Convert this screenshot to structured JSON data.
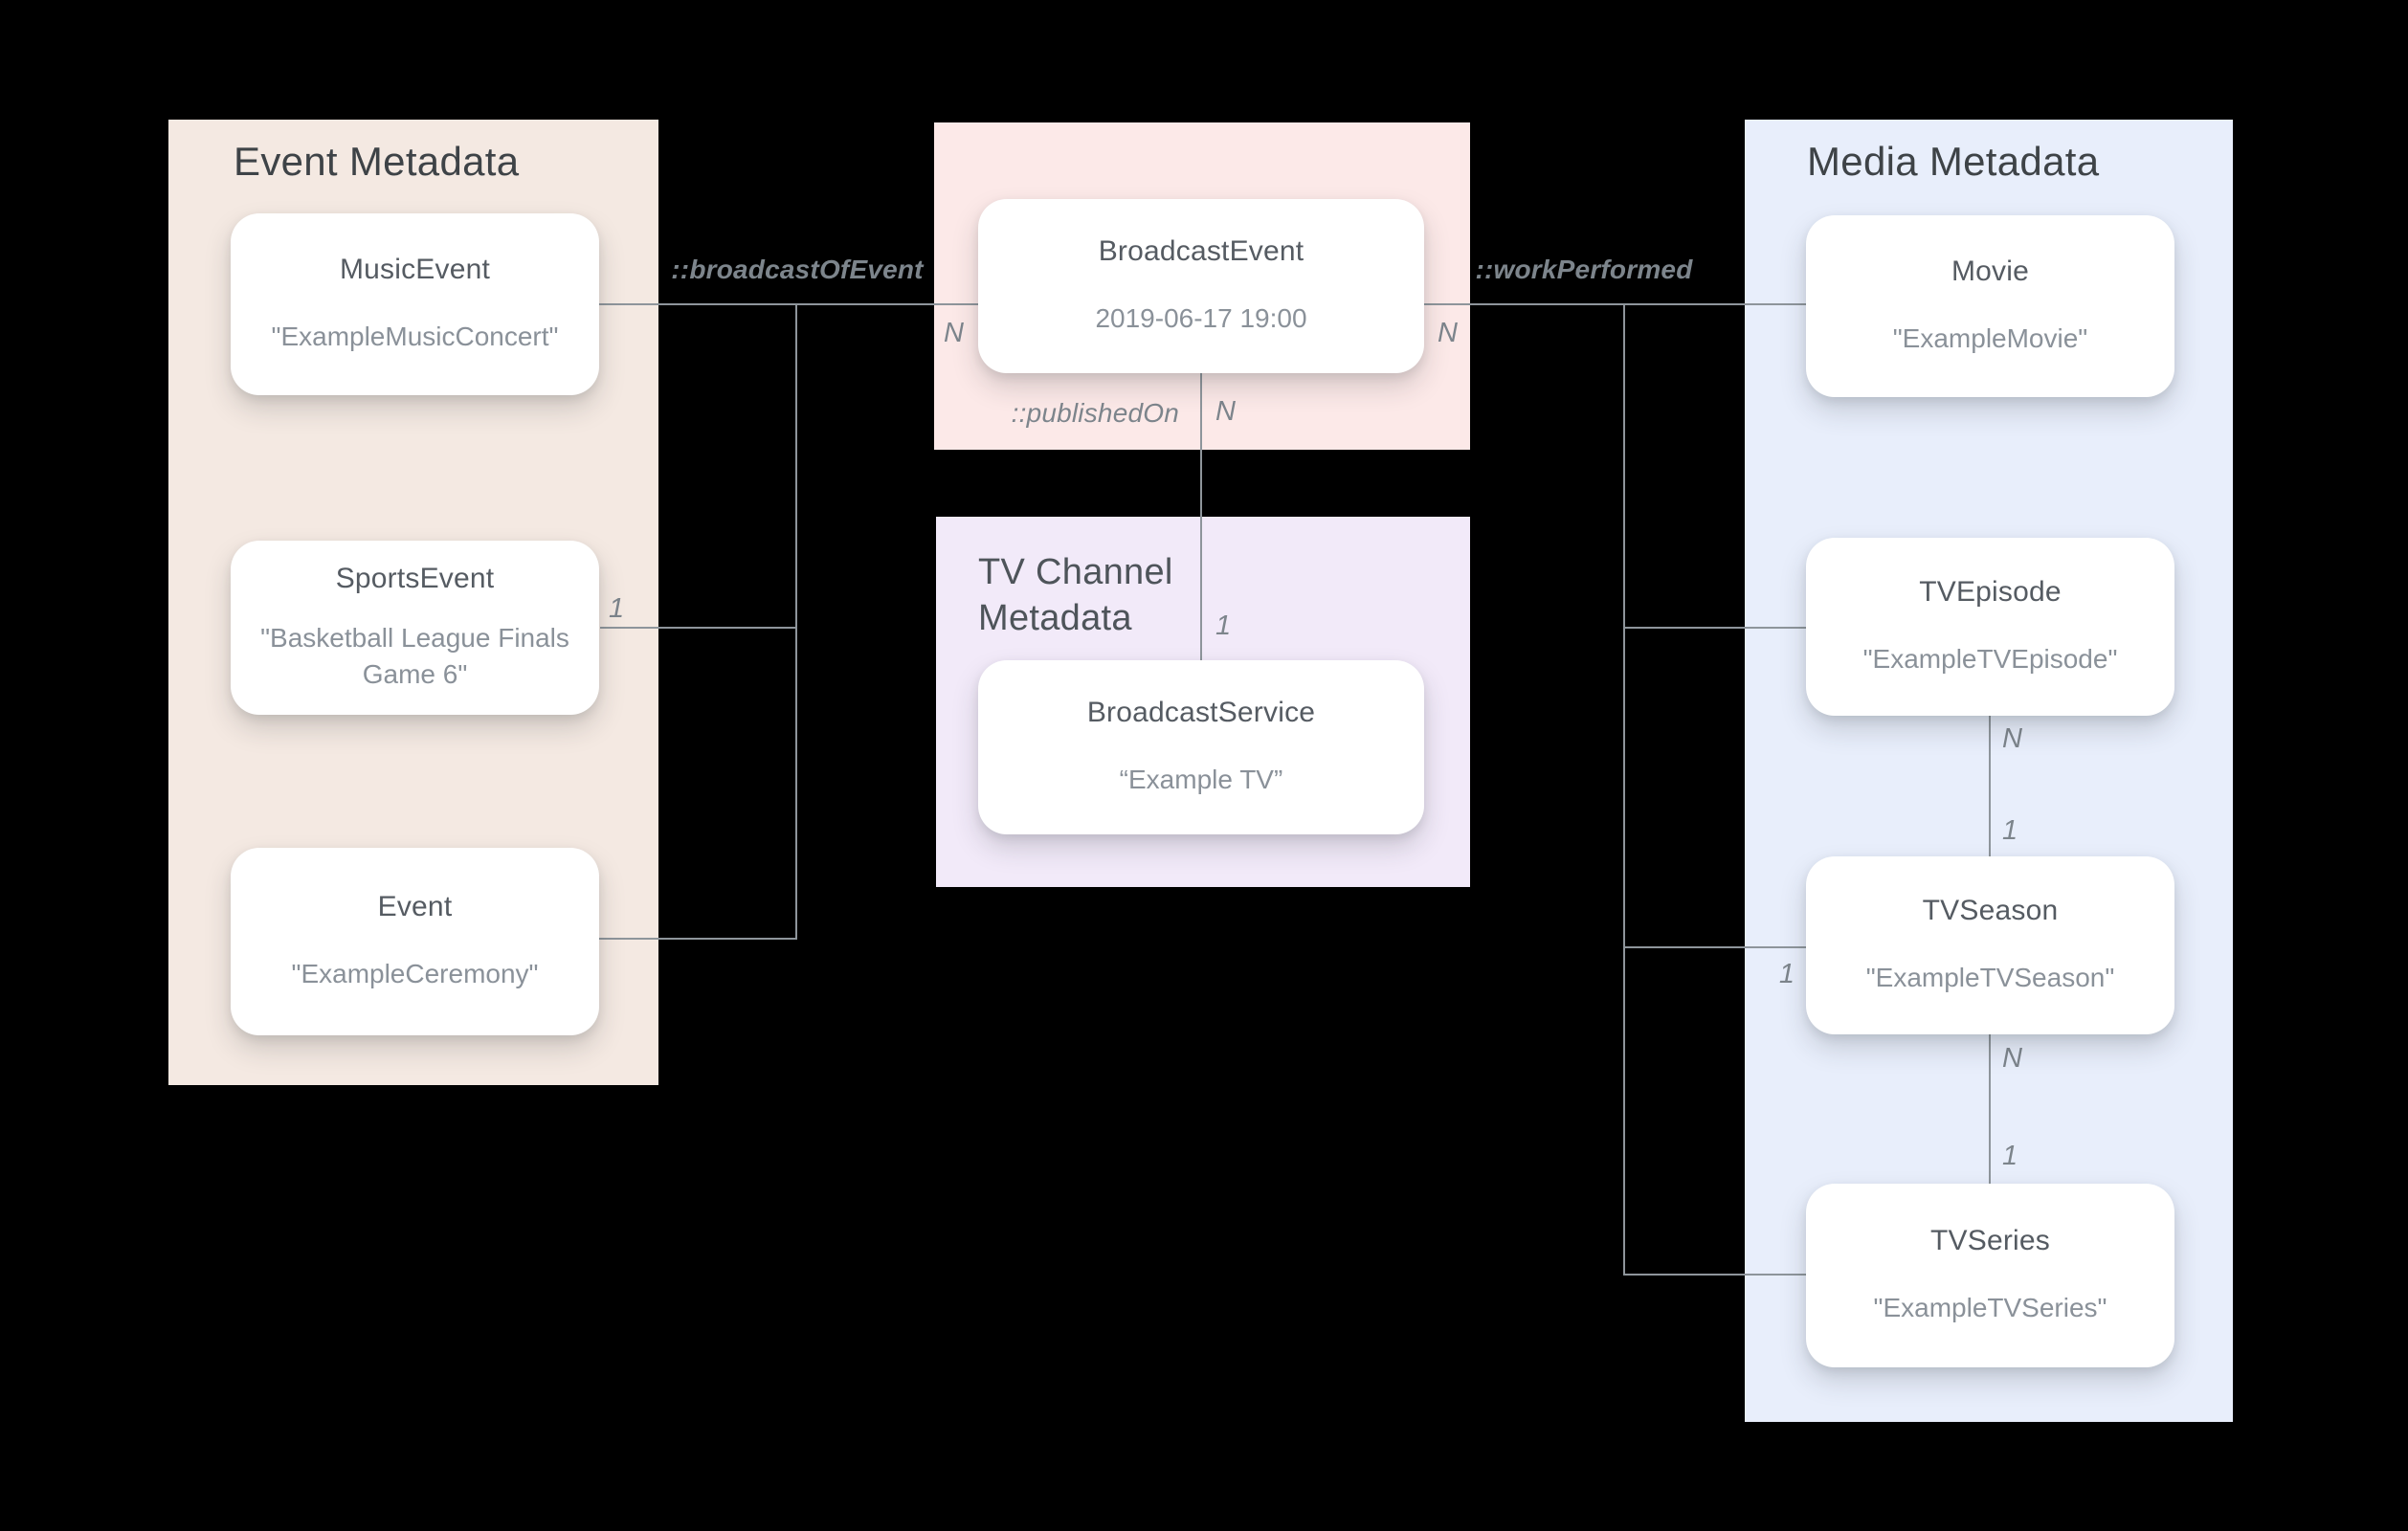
{
  "colors": {
    "background": "#000000",
    "line": "#8e959b",
    "edge_label": "#7d858c",
    "panel_title": "#3e4347",
    "card_title": "#555b62",
    "card_value": "#8a9199",
    "event_panel_bg": "#f4e9e2",
    "broadcast_panel_bg": "#fce9e8",
    "tv_channel_panel_bg": "#f2eaf9",
    "media_panel_bg": "#e8eefb"
  },
  "panels": {
    "event": {
      "title": "Event Metadata",
      "bg": "#f4e9e2"
    },
    "broadcast": {
      "bg": "#fce9e8"
    },
    "tv_channel": {
      "title": "TV Channel Metadata",
      "bg": "#f2eaf9"
    },
    "media": {
      "title": "Media Metadata",
      "bg": "#e8eefb"
    }
  },
  "cards": {
    "music_event": {
      "title": "MusicEvent",
      "value": "\"ExampleMusicConcert\""
    },
    "sports_event": {
      "title": "SportsEvent",
      "value": "\"Basketball League Finals Game 6\""
    },
    "event": {
      "title": "Event",
      "value": "\"ExampleCeremony\""
    },
    "broadcast_event": {
      "title": "BroadcastEvent",
      "value": "2019-06-17 19:00"
    },
    "broadcast_service": {
      "title": "BroadcastService",
      "value": "“Example TV”"
    },
    "movie": {
      "title": "Movie",
      "value": "\"ExampleMovie\""
    },
    "tv_episode": {
      "title": "TVEpisode",
      "value": "\"ExampleTVEpisode\""
    },
    "tv_season": {
      "title": "TVSeason",
      "value": "\"ExampleTVSeason\""
    },
    "tv_series": {
      "title": "TVSeries",
      "value": "\"ExampleTVSeries\""
    }
  },
  "edges": {
    "broadcast_of_event": {
      "label": "::broadcastOfEvent",
      "cardinality_at_broadcast_event": "N",
      "cardinality_at_sports_event": "1"
    },
    "work_performed": {
      "label": "::workPerformed",
      "cardinality_at_broadcast_event": "N",
      "cardinality_at_tv_season": "1"
    },
    "published_on": {
      "label": "::publishedOn",
      "cardinality_at_broadcast_event": "N",
      "cardinality_at_broadcast_service": "1"
    },
    "tv_episode_to_tv_season": {
      "cardinality_at_tv_episode": "N",
      "cardinality_at_tv_season": "1"
    },
    "tv_season_to_tv_series": {
      "cardinality_at_tv_season": "N",
      "cardinality_at_tv_series": "1"
    }
  }
}
